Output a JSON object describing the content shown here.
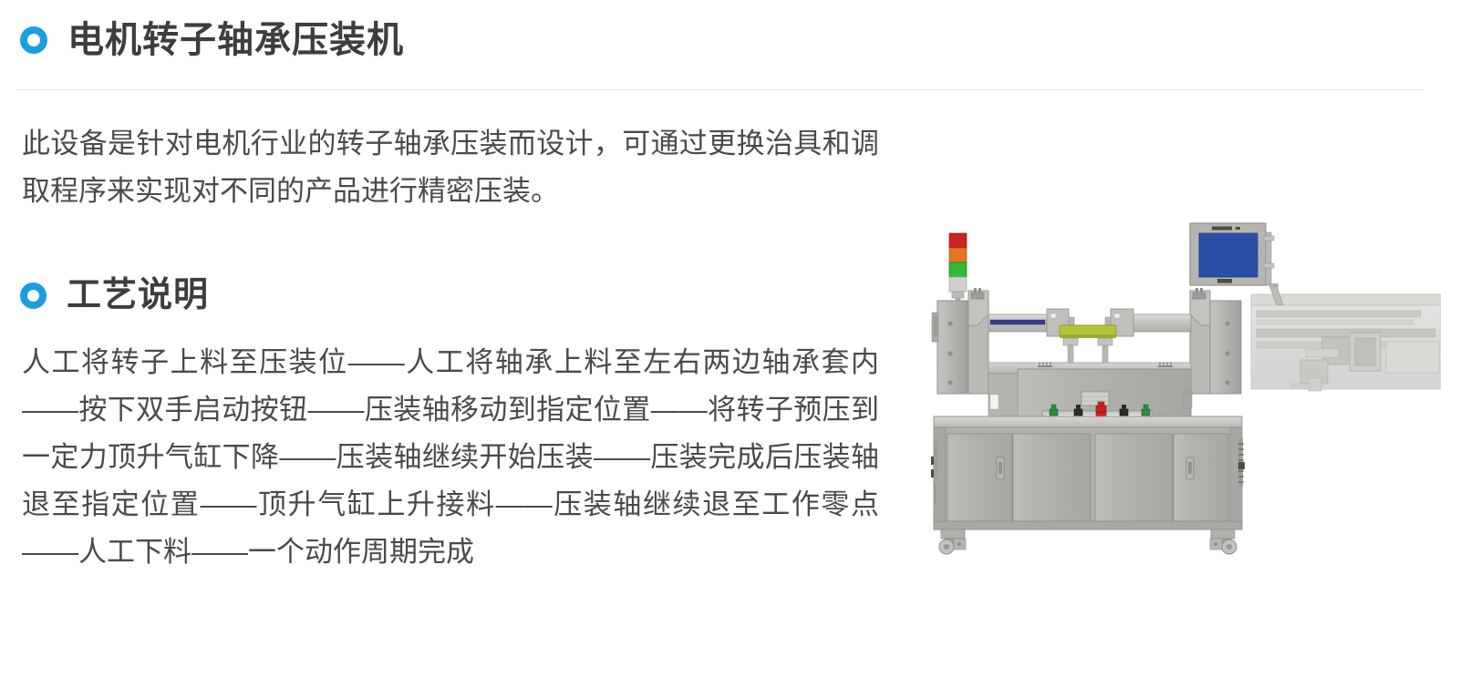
{
  "page": {
    "background_color": "#ffffff",
    "accent_color": "#1a9ee0",
    "text_color": "#4a4a4a"
  },
  "title_section": {
    "icon": "ring-icon",
    "title": "电机转子轴承压装机",
    "intro": "此设备是针对电机行业的转子轴承压装而设计，可通过更换治具和调取程序来实现对不同的产品进行精密压装。"
  },
  "process_section": {
    "icon": "ring-icon",
    "heading": "工艺说明",
    "description": "人工将转子上料至压装位——人工将轴承上料至左右两边轴承套内——按下双手启动按钮——压装轴移动到指定位置——将转子预压到一定力顶升气缸下降——压装轴继续开始压装——压装完成后压装轴退至指定位置——顶升气缸上升接料——压装轴继续退至工作零点——人工下料——一个动作周期完成"
  },
  "machine": {
    "name": "rotor-bearing-press-machine",
    "signal_tower": {
      "name": "signal-tower-light",
      "colors": [
        "#cc2222",
        "#e07820",
        "#2fba3c",
        "#c9c9c9"
      ]
    },
    "hmi_monitor": {
      "name": "hmi-monitor",
      "screen_color": "#2c4fa8",
      "bezel_color": "#b5b5b2"
    },
    "fixture": {
      "name": "work-fixture",
      "color": "#b5c63a"
    },
    "button_rail": {
      "name": "operator-button-rail",
      "buttons": [
        {
          "name": "start-button-left",
          "color": "#2f8c3f"
        },
        {
          "name": "selector-switch-left",
          "color": "#2b2b2b"
        },
        {
          "name": "emergency-stop-button",
          "color": "#cc2222"
        },
        {
          "name": "selector-switch-right",
          "color": "#2b2b2b"
        },
        {
          "name": "start-button-right",
          "color": "#2f8c3f"
        }
      ]
    },
    "cabinet": {
      "name": "machine-cabinet",
      "door_count": 4,
      "body_color": "#b0b0ac",
      "frame_color": "#a2a29e"
    },
    "casters": {
      "name": "caster-wheel",
      "count": 2
    },
    "right_rail_assembly": {
      "name": "right-rail-extension"
    }
  }
}
